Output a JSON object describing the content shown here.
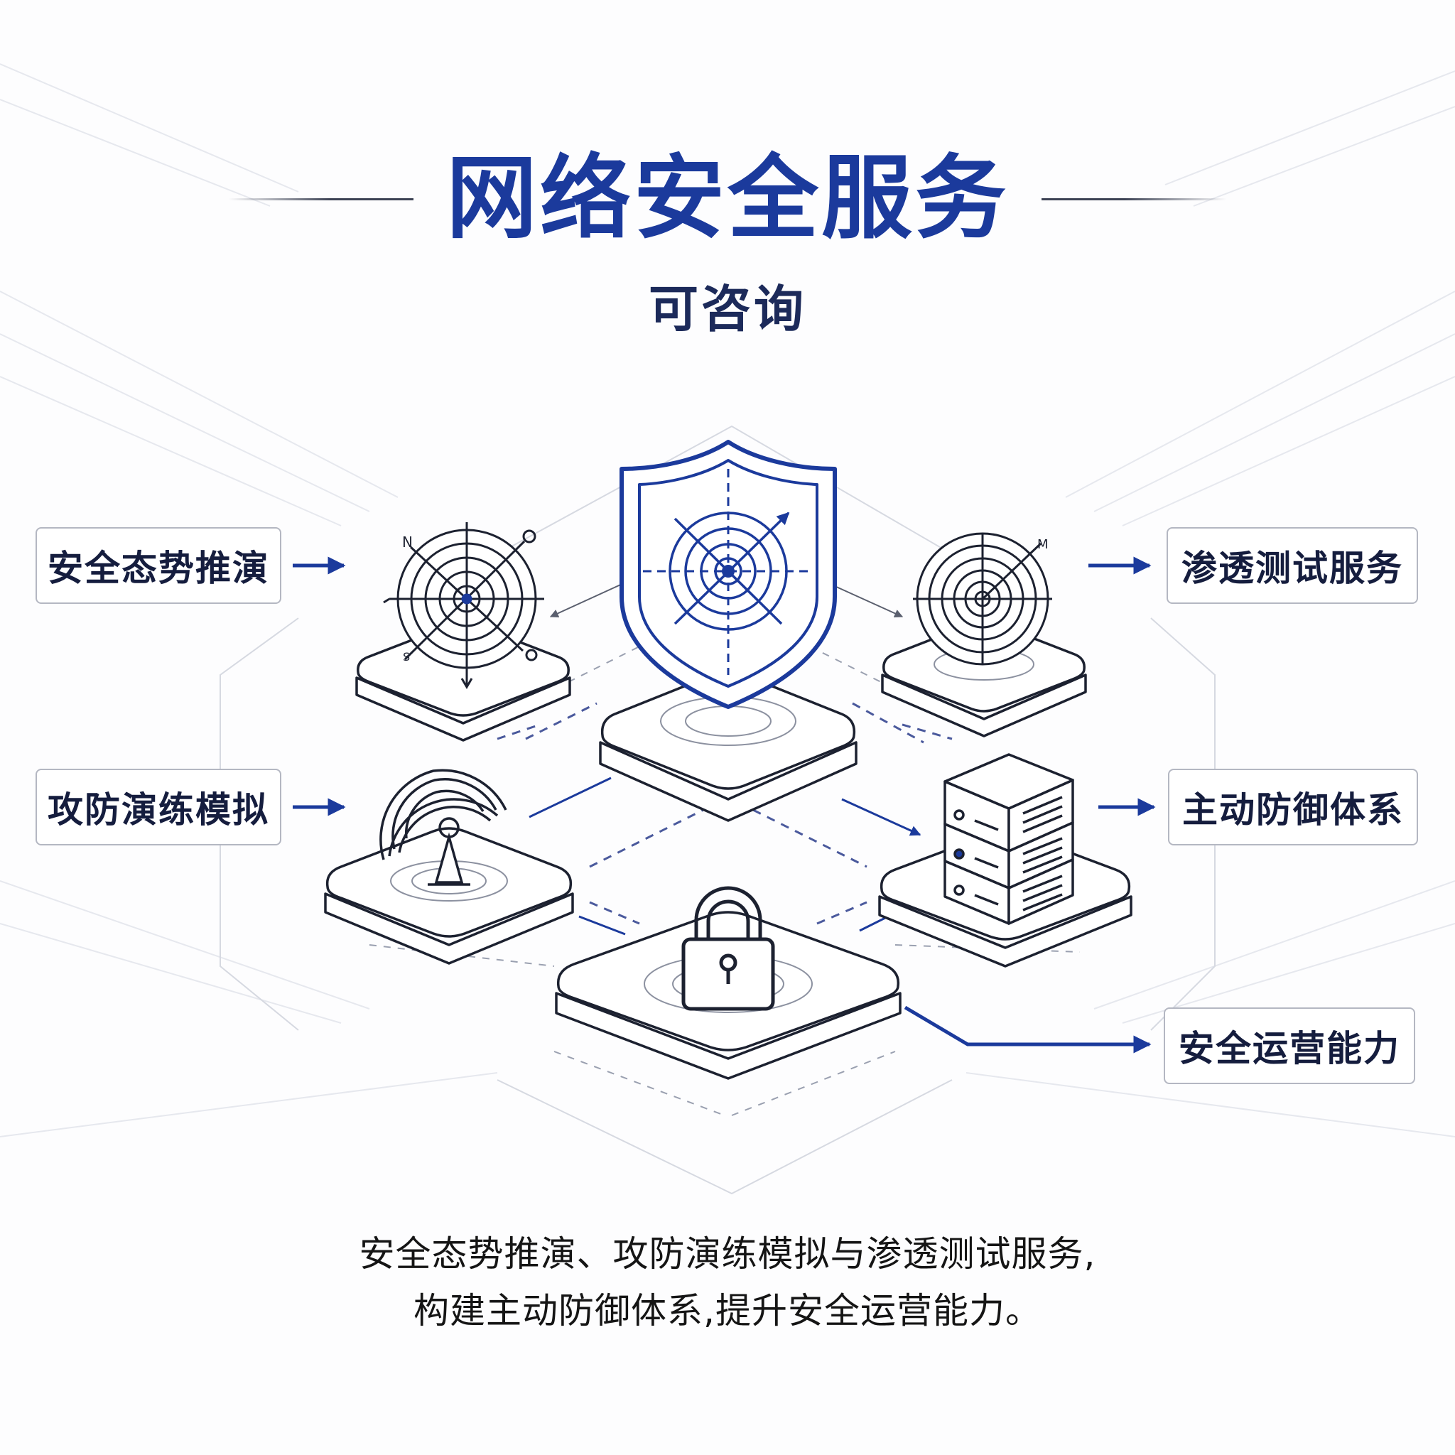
{
  "title": "网络安全服务",
  "subtitle": "可咨询",
  "nodes": {
    "situation": "安全态势推演",
    "drill": "攻防演练模拟",
    "pentest": "渗透测试服务",
    "defense": "主动防御体系",
    "operations": "安全运营能力"
  },
  "compass_letters": {
    "north": "N",
    "south": "S",
    "east": "M"
  },
  "description": {
    "line1": "安全态势推演、攻防演练模拟与渗透测试服务,",
    "line2": "构建主动防御体系,提升安全运营能力。"
  },
  "colors": {
    "accent": "#1b3a9c",
    "ink": "#1c2130",
    "text": "#151d3e"
  }
}
